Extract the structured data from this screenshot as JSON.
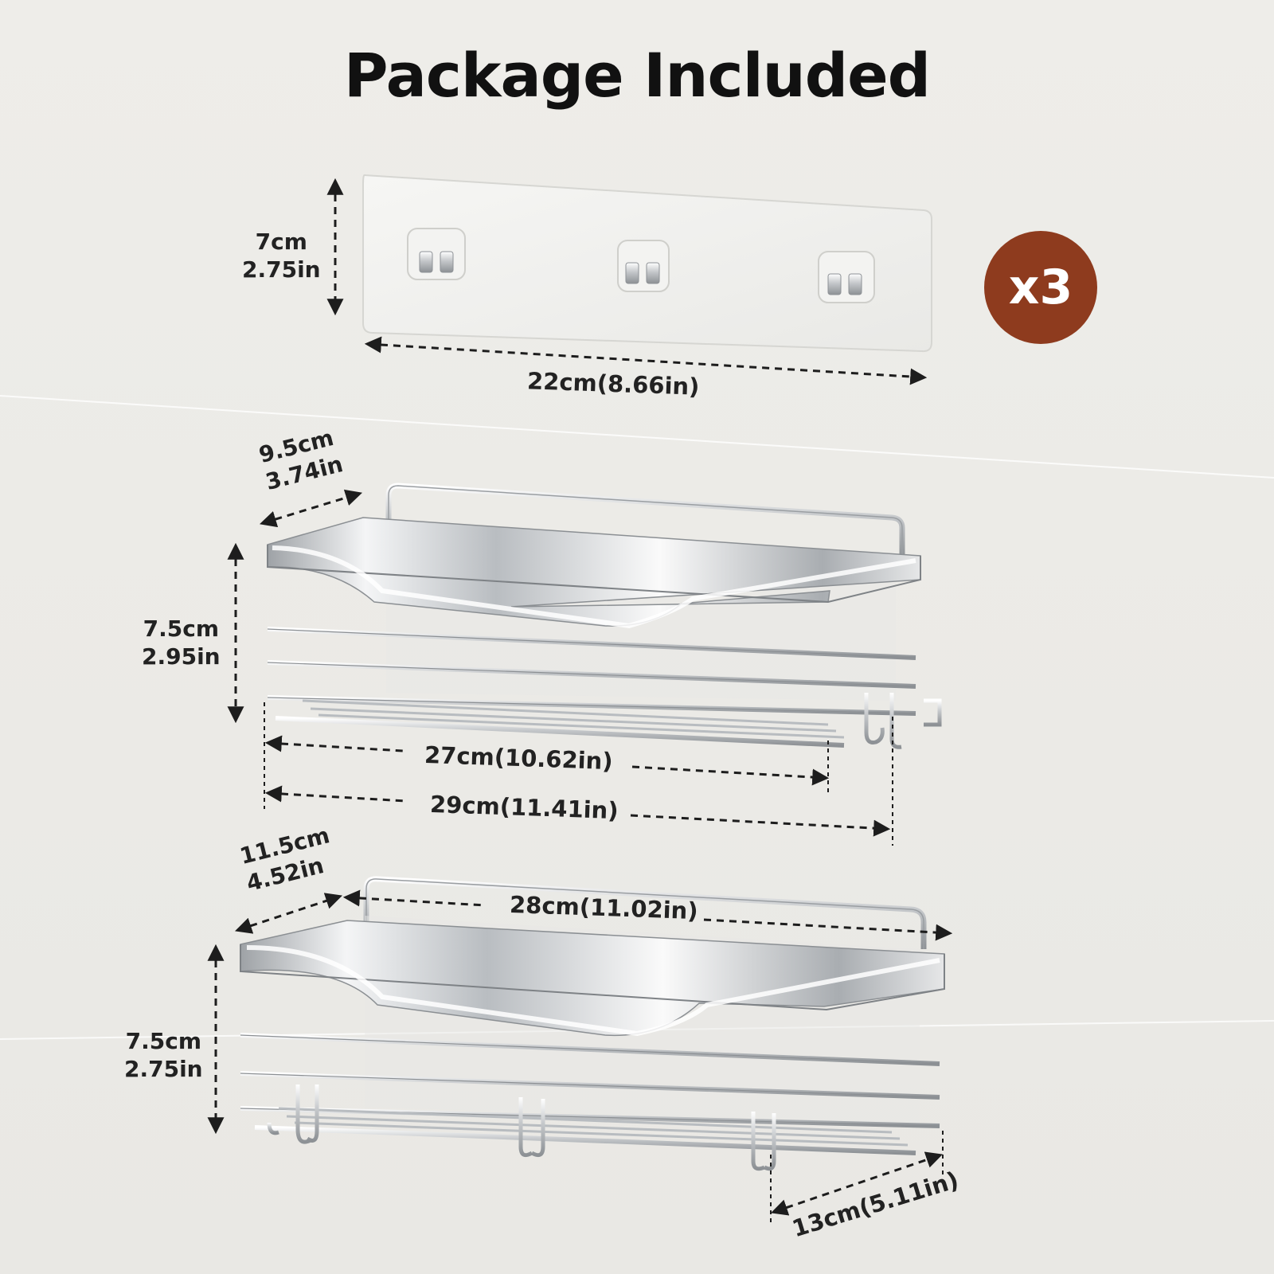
{
  "title": "Package Included",
  "colors": {
    "accent": "#8e3b1e",
    "background": "#ecebe7",
    "text": "#1c1c1c"
  },
  "adhesive_strip": {
    "height_cm": "7cm",
    "height_in": "2.75in",
    "width": "22cm(8.66in)",
    "quantity_badge": "x3"
  },
  "small_shelf": {
    "depth_cm": "9.5cm",
    "depth_in": "3.74in",
    "height_cm": "7.5cm",
    "height_in": "2.95in",
    "inner_length": "27cm(10.62in)",
    "total_length": "29cm(11.41in)"
  },
  "large_shelf": {
    "depth_cm": "11.5cm",
    "depth_in": "4.52in",
    "length": "28cm(11.02in)",
    "height_cm": "7.5cm",
    "height_in": "2.75in",
    "bottom_depth": "13cm(5.11in)"
  }
}
